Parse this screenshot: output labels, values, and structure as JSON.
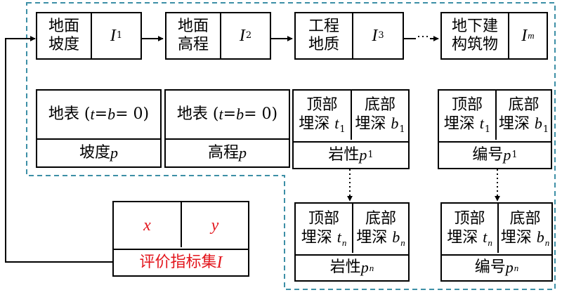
{
  "colors": {
    "border": "#000000",
    "dashed_region": "#3d8fa6",
    "accent_text": "#e3161d"
  },
  "indicators": [
    {
      "label_line1": "地面",
      "label_line2": "坡度",
      "var": "I",
      "sub": "1"
    },
    {
      "label_line1": "地面",
      "label_line2": "高程",
      "var": "I",
      "sub": "2"
    },
    {
      "label_line1": "工程",
      "label_line2": "地质",
      "var": "I",
      "sub": "3"
    },
    {
      "label_line1": "地下建",
      "label_line2": "构筑物",
      "var": "I",
      "sub": "m"
    }
  ],
  "ellipsis": "⋯",
  "surface_boxes": [
    {
      "top_prefix": "地表 (",
      "top_math": "t",
      "top_eq1": " = ",
      "top_math2": "b",
      "top_eq2": " = 0)",
      "bottom_label": "坡度 ",
      "bottom_var": "p"
    },
    {
      "top_prefix": "地表 (",
      "top_math": "t",
      "top_eq1": " = ",
      "top_math2": "b",
      "top_eq2": " = 0)",
      "bottom_label": "高程 ",
      "bottom_var": "p"
    }
  ],
  "layer_boxes": [
    {
      "c1_l1": "顶部",
      "c1_l2": "埋深 ",
      "c1_var": "t",
      "c1_sub": "1",
      "c2_l1": "底部",
      "c2_l2": "埋深 ",
      "c2_var": "b",
      "c2_sub": "1",
      "bottom_label": "岩性 ",
      "bottom_var": "p",
      "bottom_sub": "1"
    },
    {
      "c1_l1": "顶部",
      "c1_l2": "埋深 ",
      "c1_var": "t",
      "c1_sub": "1",
      "c2_l1": "底部",
      "c2_l2": "埋深 ",
      "c2_var": "b",
      "c2_sub": "1",
      "bottom_label": "编号 ",
      "bottom_var": "p",
      "bottom_sub": "1"
    },
    {
      "c1_l1": "顶部",
      "c1_l2": "埋深 ",
      "c1_var": "t",
      "c1_sub": "n",
      "c2_l1": "底部",
      "c2_l2": "埋深 ",
      "c2_var": "b",
      "c2_sub": "n",
      "bottom_label": "岩性 ",
      "bottom_var": "p",
      "bottom_sub": "n"
    },
    {
      "c1_l1": "顶部",
      "c1_l2": "埋深 ",
      "c1_var": "t",
      "c1_sub": "n",
      "c2_l1": "底部",
      "c2_l2": "埋深 ",
      "c2_var": "b",
      "c2_sub": "n",
      "bottom_label": "编号 ",
      "bottom_var": "p",
      "bottom_sub": "n"
    }
  ],
  "eval_set": {
    "x": "x",
    "y": "y",
    "label": "评价指标集 ",
    "var": "I"
  }
}
